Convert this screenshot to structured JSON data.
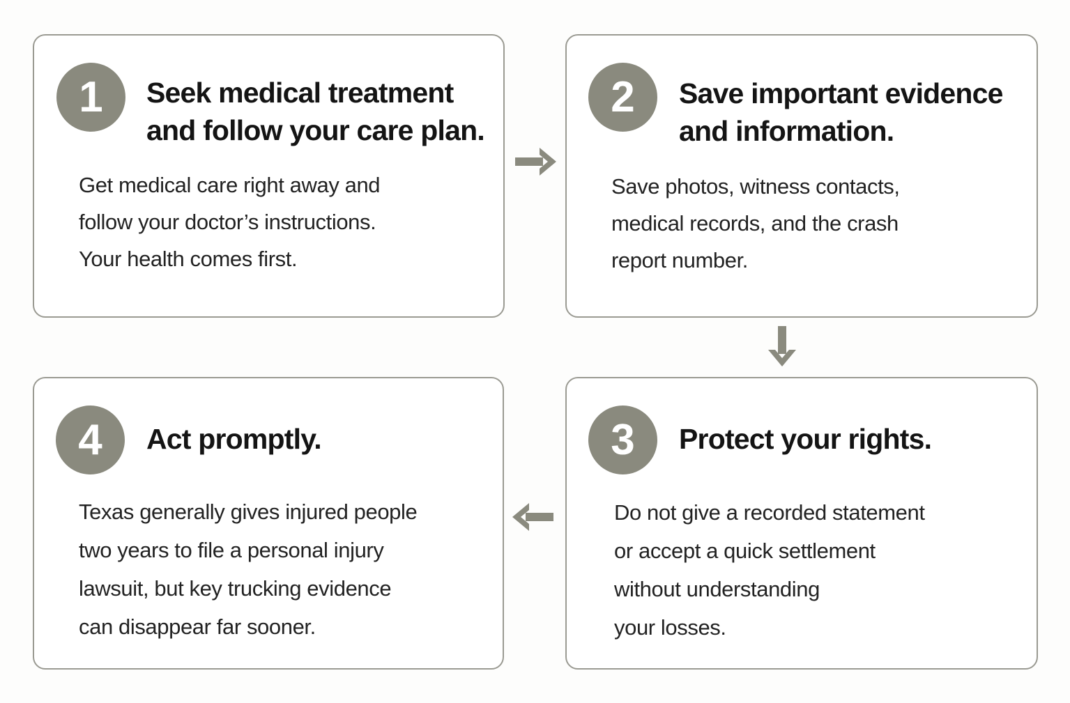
{
  "colors": {
    "badge": "#8a8a7e",
    "border": "#9a9a92",
    "arrow": "#8a8a7e"
  },
  "steps": [
    {
      "number": "1",
      "title_lines": [
        "Seek medical treatment",
        "and follow your care plan."
      ],
      "body_lines": [
        "Get medical care right away and",
        "follow your doctor’s instructions.",
        "Your health comes first."
      ]
    },
    {
      "number": "2",
      "title_lines": [
        "Save important evidence",
        "and information."
      ],
      "body_lines": [
        "Save photos, witness contacts,",
        "medical records, and the crash",
        "report number."
      ]
    },
    {
      "number": "3",
      "title_lines": [
        "Protect your rights."
      ],
      "body_lines": [
        "Do not give a recorded statement",
        "or accept a quick settlement",
        "without understanding",
        "your losses."
      ]
    },
    {
      "number": "4",
      "title_lines": [
        "Act promptly."
      ],
      "body_lines": [
        "Texas generally gives injured people",
        "two years to file a personal injury",
        "lawsuit, but key trucking evidence",
        "can disappear far sooner."
      ]
    }
  ],
  "arrows": [
    {
      "from": "1",
      "to": "2",
      "direction": "right",
      "icon": "arrow-right-icon"
    },
    {
      "from": "2",
      "to": "3",
      "direction": "down",
      "icon": "arrow-down-icon"
    },
    {
      "from": "3",
      "to": "4",
      "direction": "left",
      "icon": "arrow-left-icon"
    }
  ]
}
